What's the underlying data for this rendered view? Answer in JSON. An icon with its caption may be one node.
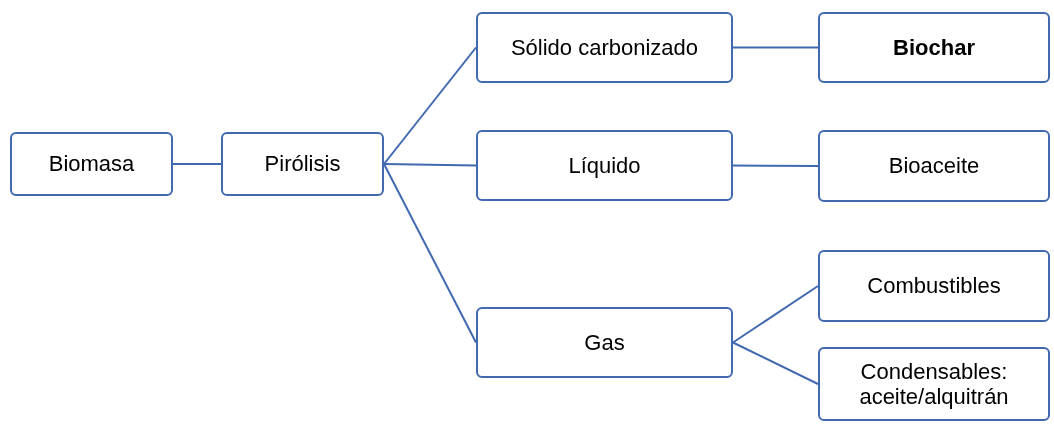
{
  "diagram": {
    "nodes": [
      {
        "text": [
          "Biomasa"
        ]
      },
      {
        "text": [
          "Pirólisis"
        ]
      },
      {
        "text": [
          "Sólido carbonizado"
        ]
      },
      {
        "text": [
          "Líquido"
        ]
      },
      {
        "text": [
          "Gas"
        ]
      },
      {
        "text": [
          "Biochar"
        ]
      },
      {
        "text": [
          "Bioaceite"
        ]
      },
      {
        "text": [
          "Combustibles"
        ]
      },
      {
        "text": [
          "Condensables: aceite/alquitrán"
        ]
      }
    ],
    "edges": [
      {
        "from": 0,
        "to": 1,
        "arrow": "none"
      },
      {
        "from": 1,
        "to": 2,
        "arrow": "none"
      },
      {
        "from": 1,
        "to": 3,
        "arrow": "none"
      },
      {
        "from": 1,
        "to": 4,
        "arrow": "none"
      },
      {
        "from": 2,
        "to": 5,
        "arrow": "none"
      },
      {
        "from": 3,
        "to": 6,
        "arrow": "none"
      },
      {
        "from": 4,
        "to": 7,
        "arrow": "none"
      },
      {
        "from": 4,
        "to": 8,
        "arrow": "none"
      }
    ]
  }
}
